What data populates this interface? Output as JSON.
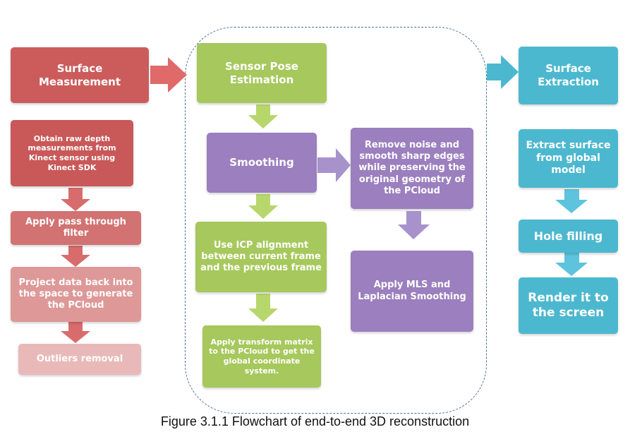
{
  "colors": {
    "red": "#cc5c5c",
    "red_mid": "#d27272",
    "red_light": "#de9898",
    "red_lightest": "#e9b9b9",
    "green": "#a6c85c",
    "purple": "#9b7fbe",
    "cyan": "#4cb8cf",
    "frame": "#4f6f99"
  },
  "left_column": {
    "header": "Surface Measurement",
    "steps": [
      "Obtain raw depth measurements from Kinect sensor using Kinect SDK",
      "Apply pass through filter",
      "Project data back into  the space to generate the PCloud",
      "Outliers removal"
    ]
  },
  "middle_column": {
    "header": "Sensor Pose Estimation",
    "smoothing": "Smoothing",
    "icp": "Use ICP alignment between current frame and the previous frame",
    "transform": "Apply transform matrix to the PCloud to get the global coordinate system."
  },
  "smoothing_detail": {
    "remove_noise": "Remove noise and smooth sharp edges while preserving the original geometry of the PCloud",
    "apply_mls": "Apply MLS and Laplacian Smoothing"
  },
  "right_column": {
    "header": "Surface Extraction",
    "steps": [
      "Extract surface from global model",
      "Hole filling",
      "Render it to the screen"
    ]
  },
  "caption": "Figure 3.1.1 Flowchart of end-to-end 3D reconstruction"
}
